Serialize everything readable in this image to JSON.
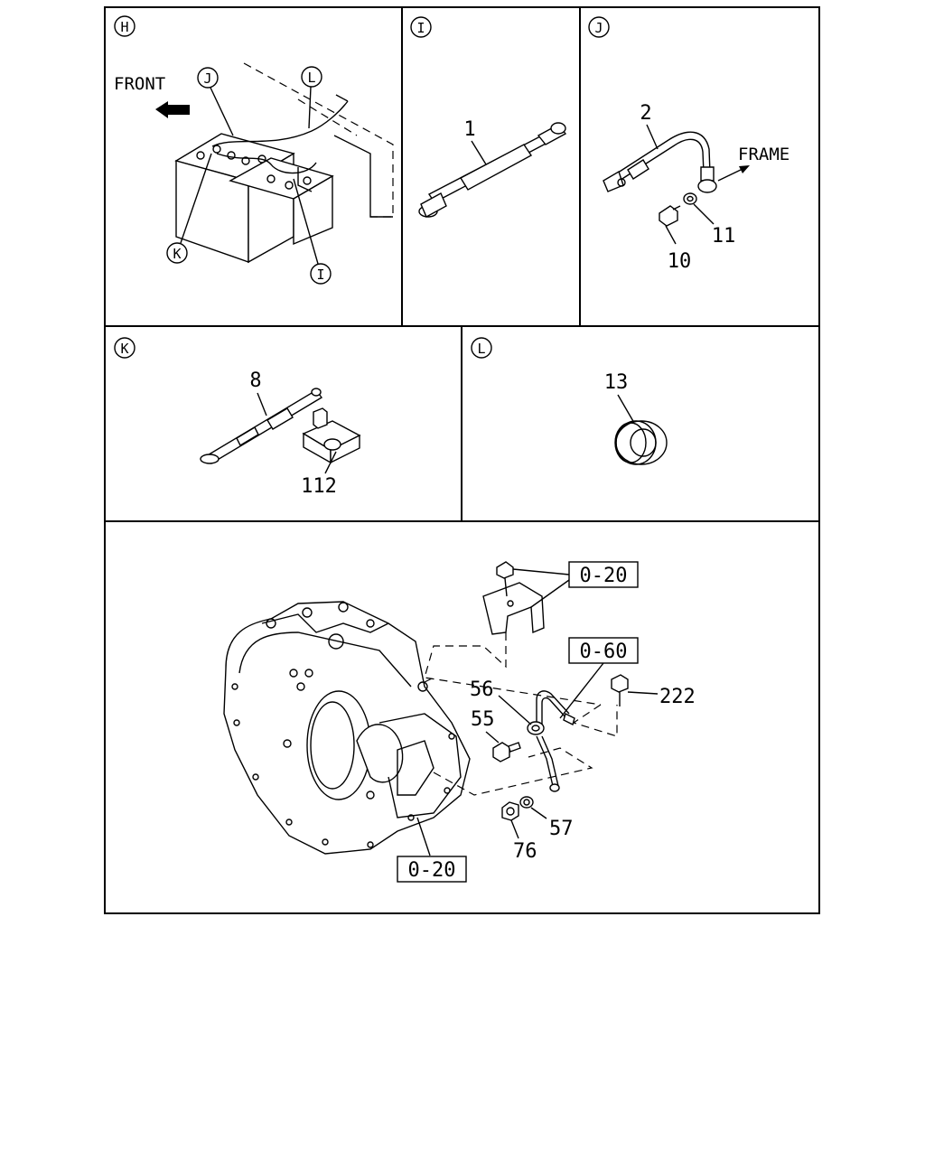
{
  "panels": {
    "H": {
      "letter": "H",
      "front_label": "FRONT",
      "callouts": {
        "J": "J",
        "L": "L",
        "K": "K",
        "I": "I"
      }
    },
    "I": {
      "letter": "I",
      "part": "1"
    },
    "J": {
      "letter": "J",
      "part_cable": "2",
      "frame_label": "FRAME",
      "part_bolt": "10",
      "part_washer": "11"
    },
    "K": {
      "letter": "K",
      "part_cable": "8",
      "part_clamp": "112"
    },
    "L": {
      "letter": "L",
      "part_grommet": "13"
    },
    "bottom": {
      "ref_top": "0-20",
      "ref_mid": "0-60",
      "ref_bottom": "0-20",
      "parts": {
        "p56": "56",
        "p55": "55",
        "p222": "222",
        "p57": "57",
        "p76": "76"
      }
    }
  },
  "icons": [
    "circled-letter",
    "front-arrow",
    "frame-arrow",
    "bolt",
    "washer",
    "nut",
    "grommet",
    "cable",
    "bell-housing"
  ]
}
